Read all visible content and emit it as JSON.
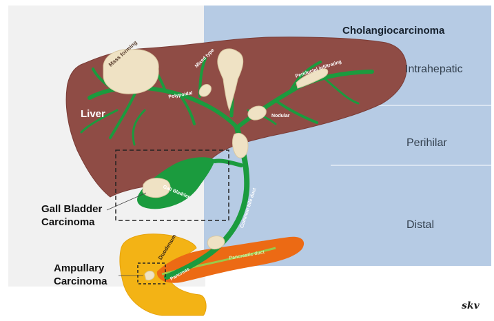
{
  "title": "Cholangiocarcinoma",
  "zones": [
    "Intrahepatic",
    "Perihilar",
    "Distal"
  ],
  "organs": {
    "liver": "Liver",
    "gallbladder": "Gall Bladder",
    "duodenum": "Duodenum",
    "pancreas": "Pancreas",
    "bile_duct": "Common bile duct",
    "pancreatic_duct": "Pancreatic duct"
  },
  "tumor_types": {
    "mass_forming": "Mass forming",
    "mixed_type": "Mixed type",
    "periductal": "Periductal infiltrating",
    "polypoidal": "Polypoidal",
    "nodular": "Nodular"
  },
  "callouts": {
    "gallbladder_ca_1": "Gall Bladder",
    "gallbladder_ca_2": "Carcinoma",
    "ampullary_ca_1": "Ampullary",
    "ampullary_ca_2": "Carcinoma"
  },
  "signature": "skv",
  "colors": {
    "background_panel": "#b6cbe4",
    "liver": "#8f4c45",
    "bile_duct": "#1b9b3e",
    "tumor": "#efe2c4",
    "duodenum": "#f3b315",
    "pancreas": "#ec6a14"
  }
}
